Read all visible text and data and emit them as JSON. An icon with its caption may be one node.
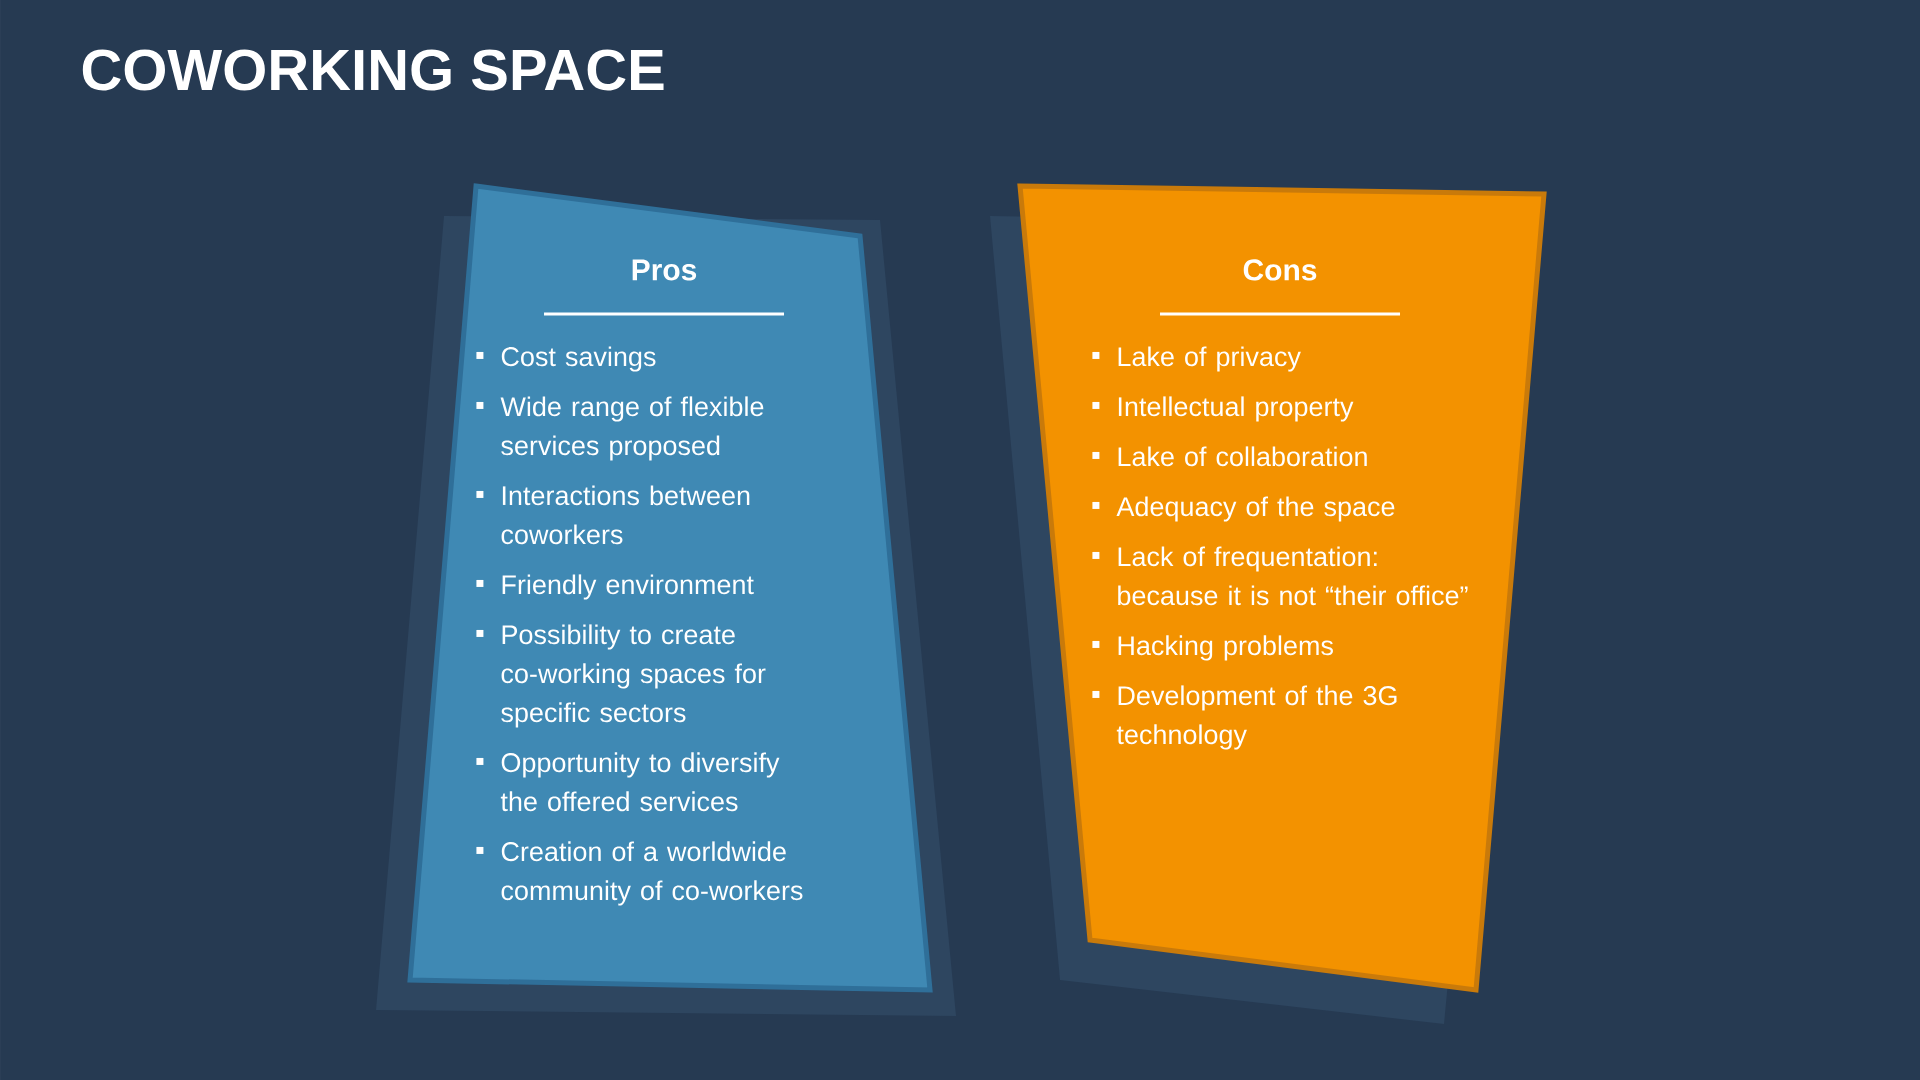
{
  "diagram": {
    "title": "COWORKING SPACE",
    "nodes": [
      {
        "text": [
          "Pros",
          "Cost savings",
          "Wide range of flexible services proposed",
          "Interactions between coworkers",
          "Friendly environment",
          "Possibility to create co-working spaces for specific sectors",
          "Opportunity to diversify the offered services",
          "Creation of a worldwide community of co-workers"
        ]
      },
      {
        "text": [
          "Cons",
          "Lake of privacy",
          "Intellectual property",
          "Lake of collaboration",
          "Adequacy of the space",
          "Lack of frequentation: because it is not “their office”",
          "Hacking problems",
          "Development of the 3G technology"
        ]
      }
    ]
  }
}
